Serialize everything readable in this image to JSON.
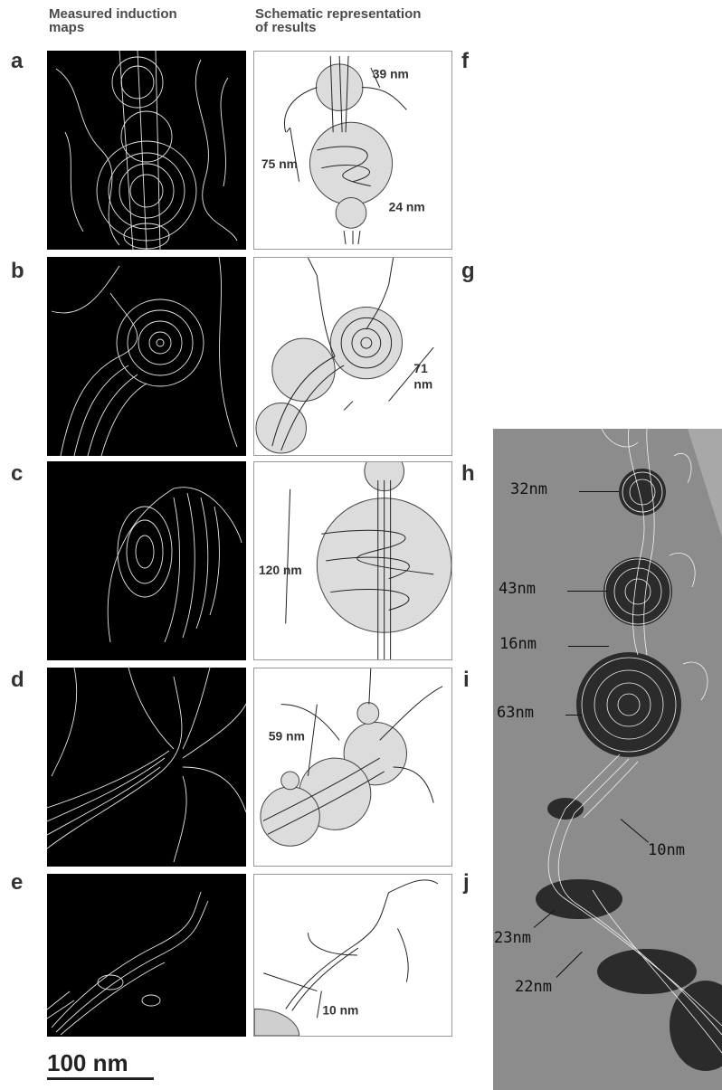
{
  "figure": {
    "header_left": [
      "Measured induction",
      "maps"
    ],
    "header_right": [
      "Schematic representation",
      "of results"
    ],
    "rows": [
      {
        "left_letter": "a",
        "right_letter": "f",
        "labels": [
          "39 nm",
          "75 nm",
          "24 nm"
        ]
      },
      {
        "left_letter": "b",
        "right_letter": "g",
        "labels": [
          "71",
          "nm"
        ]
      },
      {
        "left_letter": "c",
        "right_letter": "h",
        "labels": [
          "120 nm"
        ]
      },
      {
        "left_letter": "d",
        "right_letter": "i",
        "labels": [
          "59 nm"
        ]
      },
      {
        "left_letter": "e",
        "right_letter": "j",
        "labels": [
          "10 nm"
        ]
      }
    ],
    "scale_bar": "100 nm"
  },
  "tem_image": {
    "labels": [
      "32nm",
      "43nm",
      "16nm",
      "63nm",
      "10nm",
      "23nm",
      "22nm"
    ]
  }
}
